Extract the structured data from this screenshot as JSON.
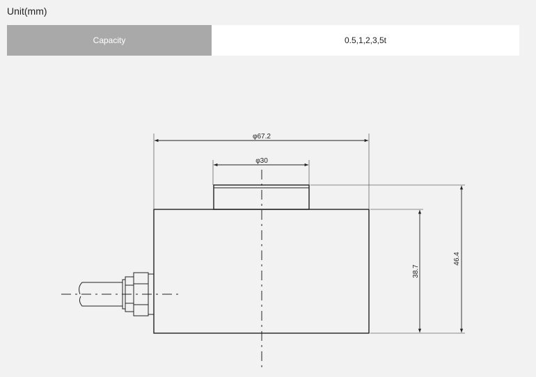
{
  "unit_label": "Unit(mm)",
  "spec": {
    "label": "Capacity",
    "value": "0.5,1,2,3,5t"
  },
  "drawing": {
    "dims": {
      "outer_diameter": "φ67.2",
      "top_diameter": "φ30",
      "body_height": "38.7",
      "total_height": "46.4"
    }
  }
}
